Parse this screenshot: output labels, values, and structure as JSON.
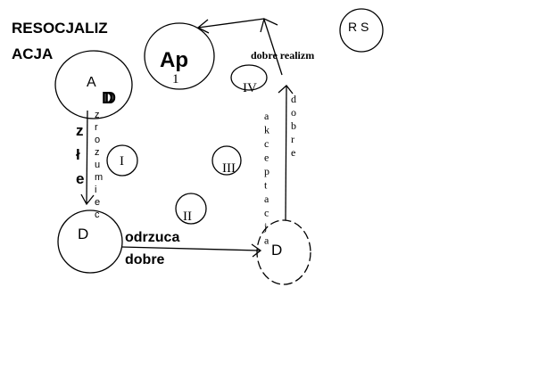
{
  "title_line1": "RESOCJALIZ",
  "title_line2": "ACJA",
  "rs": "R S",
  "ap": "Ap",
  "ap_sub": "1",
  "node_a": "A",
  "node_a_d": "D",
  "roman_iv": "IV",
  "roman_i": "I",
  "roman_iii": "III",
  "roman_ii": "II",
  "node_d_left": "D",
  "node_d_right": "D",
  "dobre_realizm": "dobre realizm",
  "zle": [
    "z",
    "ł",
    "e"
  ],
  "zrozumienie": [
    "z",
    "r",
    "o",
    "z",
    "u",
    "m",
    "i",
    "e",
    "c"
  ],
  "akceptacja": [
    "a",
    "k",
    "c",
    "e",
    "p",
    "t",
    "a",
    "c",
    "j",
    "a"
  ],
  "dobre_vertical": [
    "d",
    "o",
    "b",
    "r",
    "e"
  ],
  "odrzuca": "odrzuca",
  "dobre": "dobre"
}
